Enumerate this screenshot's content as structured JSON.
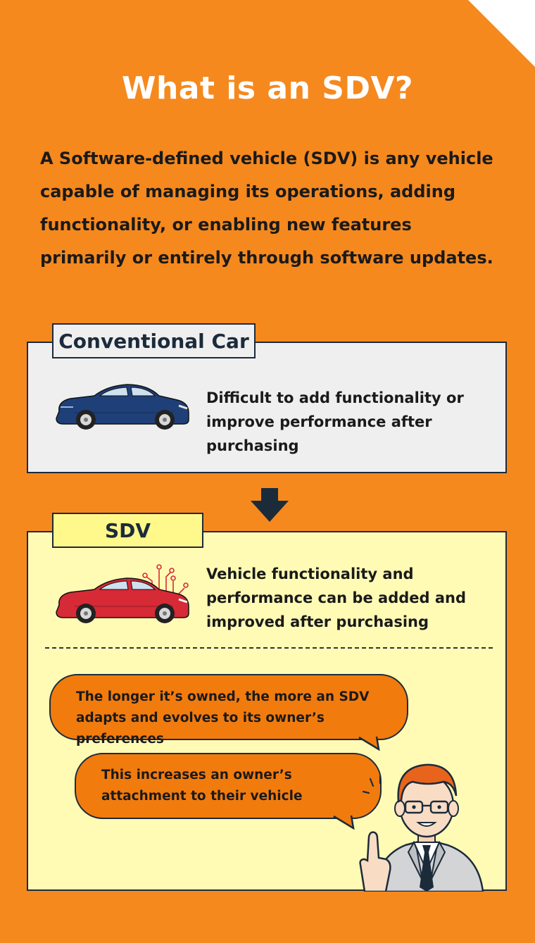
{
  "title": "What is an SDV?",
  "intro": "A Software-defined vehicle (SDV) is any vehicle capable of managing its operations, adding functionality, or enabling new features primarily or entirely through software updates.",
  "conventional": {
    "tag": "Conventional Car",
    "description": "Difficult to add functionality or improve performance after purchasing",
    "car_icon": "blue-sedan-illustration",
    "color": "#1f3f78"
  },
  "arrow_icon": "arrow-down-icon",
  "sdv": {
    "tag": "SDV",
    "description": "Vehicle functionality and performance can be added and improved after purchasing",
    "car_icon": "red-sedan-with-signal-illustration",
    "color": "#d62a36"
  },
  "bubbles": [
    "The longer it’s owned, the more an SDV adapts and evolves to its owner’s preferences",
    "This increases an owner’s attachment to their vehicle"
  ],
  "person_icon": "businessman-pointing-illustration",
  "colors": {
    "background": "#F5891E",
    "bubble": "#F27B0E",
    "sdv_panel": "#FFFBB5",
    "conventional_panel": "#EFEFF0"
  }
}
